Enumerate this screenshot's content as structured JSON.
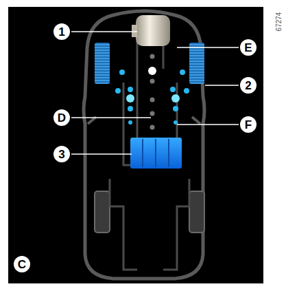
{
  "diagram": {
    "labels": [
      "1",
      "E",
      "2",
      "D",
      "F",
      "3",
      "C",
      "67274"
    ]
  }
}
